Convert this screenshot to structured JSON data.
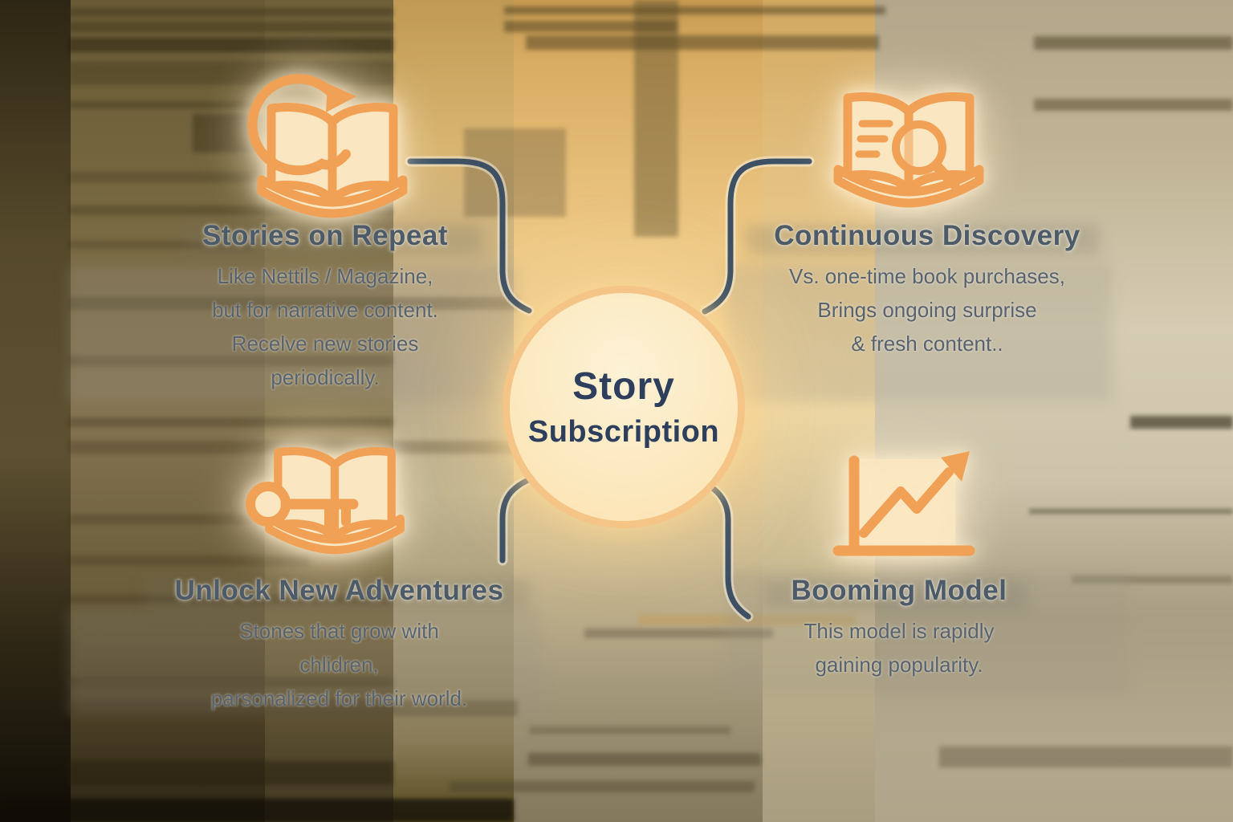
{
  "center": {
    "line1": "Story",
    "line2": "Subscription"
  },
  "nodes": [
    {
      "id": "stories-on-repeat",
      "position": "top-left",
      "icon": "book-refresh-icon",
      "heading": "Stories on Repeat",
      "body_lines": [
        "Like Nettils / Magazine,",
        "but for narrative content.",
        "Recelve new stories",
        "periodically."
      ]
    },
    {
      "id": "continuous-discovery",
      "position": "top-right",
      "icon": "book-search-icon",
      "heading": "Continuous Discovery",
      "body_lines": [
        "Vs. one-time book purchases,",
        "Brings ongoing surprise",
        "& fresh content.."
      ]
    },
    {
      "id": "unlock-new-adventures",
      "position": "bottom-left",
      "icon": "book-key-icon",
      "heading": "Unlock New Adventures",
      "body_lines": [
        "Stones that grow with",
        "chlidren,",
        "parsonalized for their world."
      ]
    },
    {
      "id": "booming-model",
      "position": "bottom-right",
      "icon": "trend-chart-icon",
      "heading": "Booming Model",
      "body_lines": [
        "This model is rapidly",
        "gaining popularity."
      ]
    }
  ],
  "palette": {
    "accent_orange": "#F0A156",
    "icon_fill": "#FAE6C0",
    "circle_fill": "#FCE7BB",
    "circle_border": "#F5C487",
    "text_navy": "#2E3F5E",
    "heading_color": "#4D5B69",
    "body_color": "#59636E",
    "connector_color": "#3E5164"
  }
}
